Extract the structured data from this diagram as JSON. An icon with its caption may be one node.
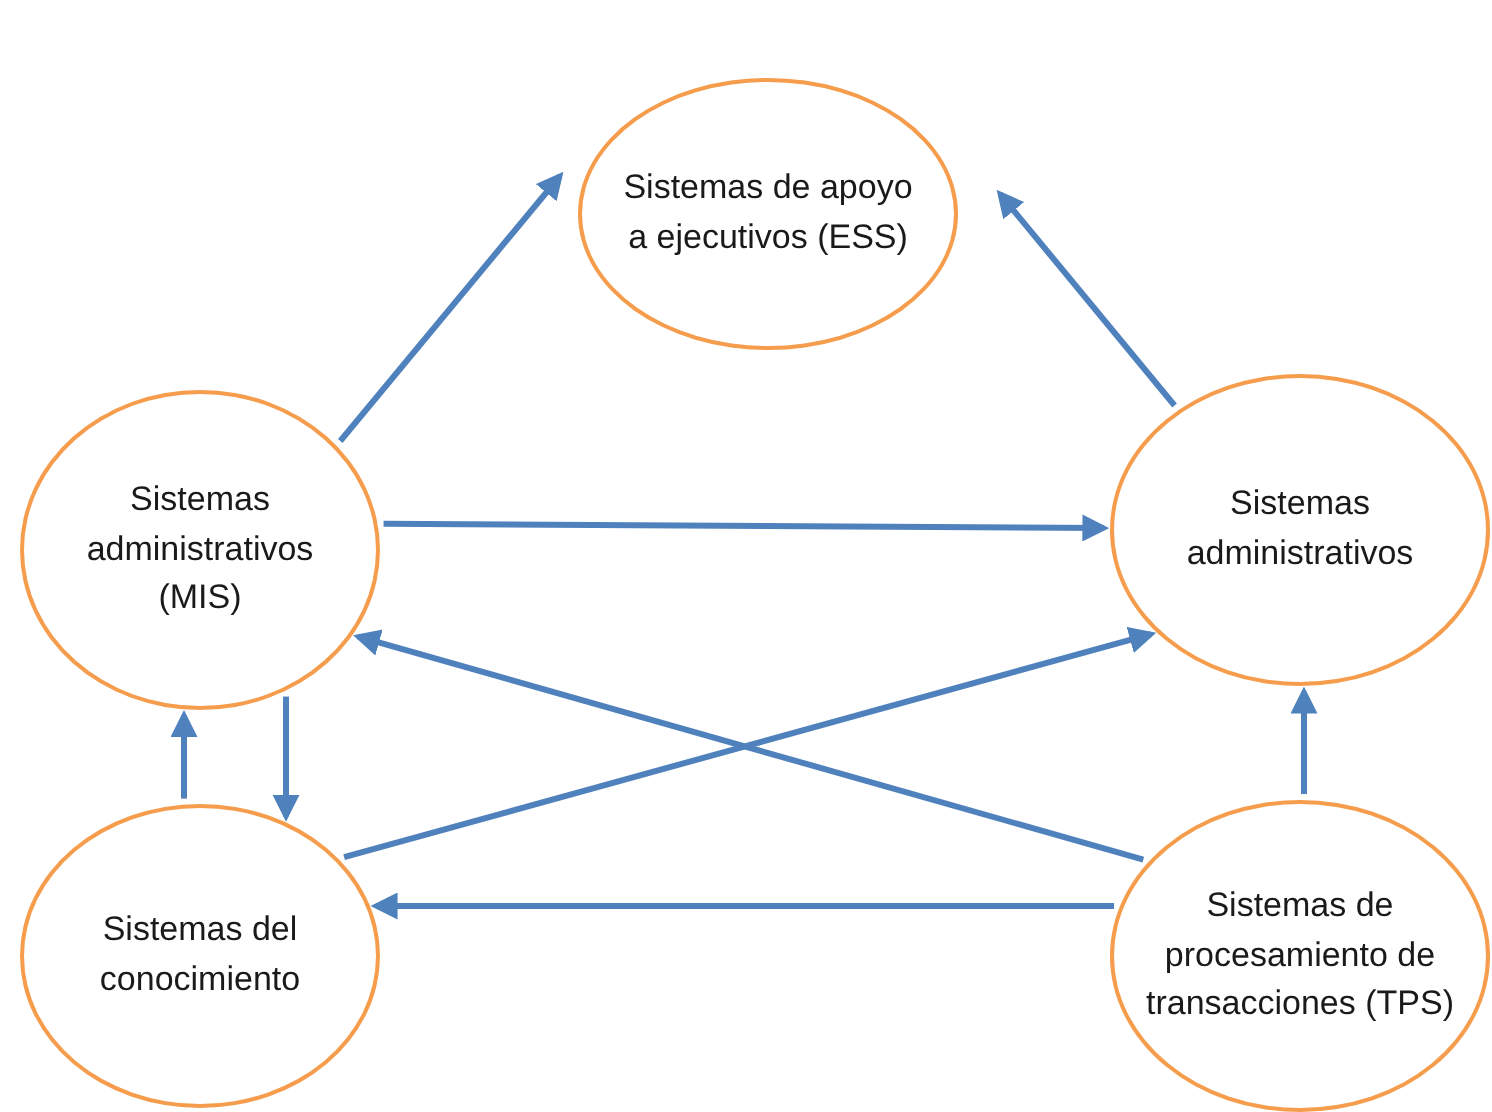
{
  "diagram": {
    "nodes": [
      {
        "text": [
          "Sistemas de apoyo a ejecutivos (ESS)"
        ]
      },
      {
        "text": [
          "Sistemas administrativos (MIS)"
        ]
      },
      {
        "text": [
          "Sistemas administrativos"
        ]
      },
      {
        "text": [
          "Sistemas del conocimiento"
        ]
      },
      {
        "text": [
          "Sistemas de procesamiento de transacciones (TPS)"
        ]
      }
    ],
    "edges": [
      {
        "from": 1,
        "to": 0,
        "arrow": "to"
      },
      {
        "from": 2,
        "to": 0,
        "arrow": "to"
      },
      {
        "from": 1,
        "to": 2,
        "arrow": "to"
      },
      {
        "from": 4,
        "to": 1,
        "arrow": "to"
      },
      {
        "from": 3,
        "to": 2,
        "arrow": "to"
      },
      {
        "from": 3,
        "to": 1,
        "arrow": "to"
      },
      {
        "from": 1,
        "to": 3,
        "arrow": "to"
      },
      {
        "from": 4,
        "to": 2,
        "arrow": "to"
      },
      {
        "from": 4,
        "to": 3,
        "arrow": "to"
      }
    ]
  }
}
